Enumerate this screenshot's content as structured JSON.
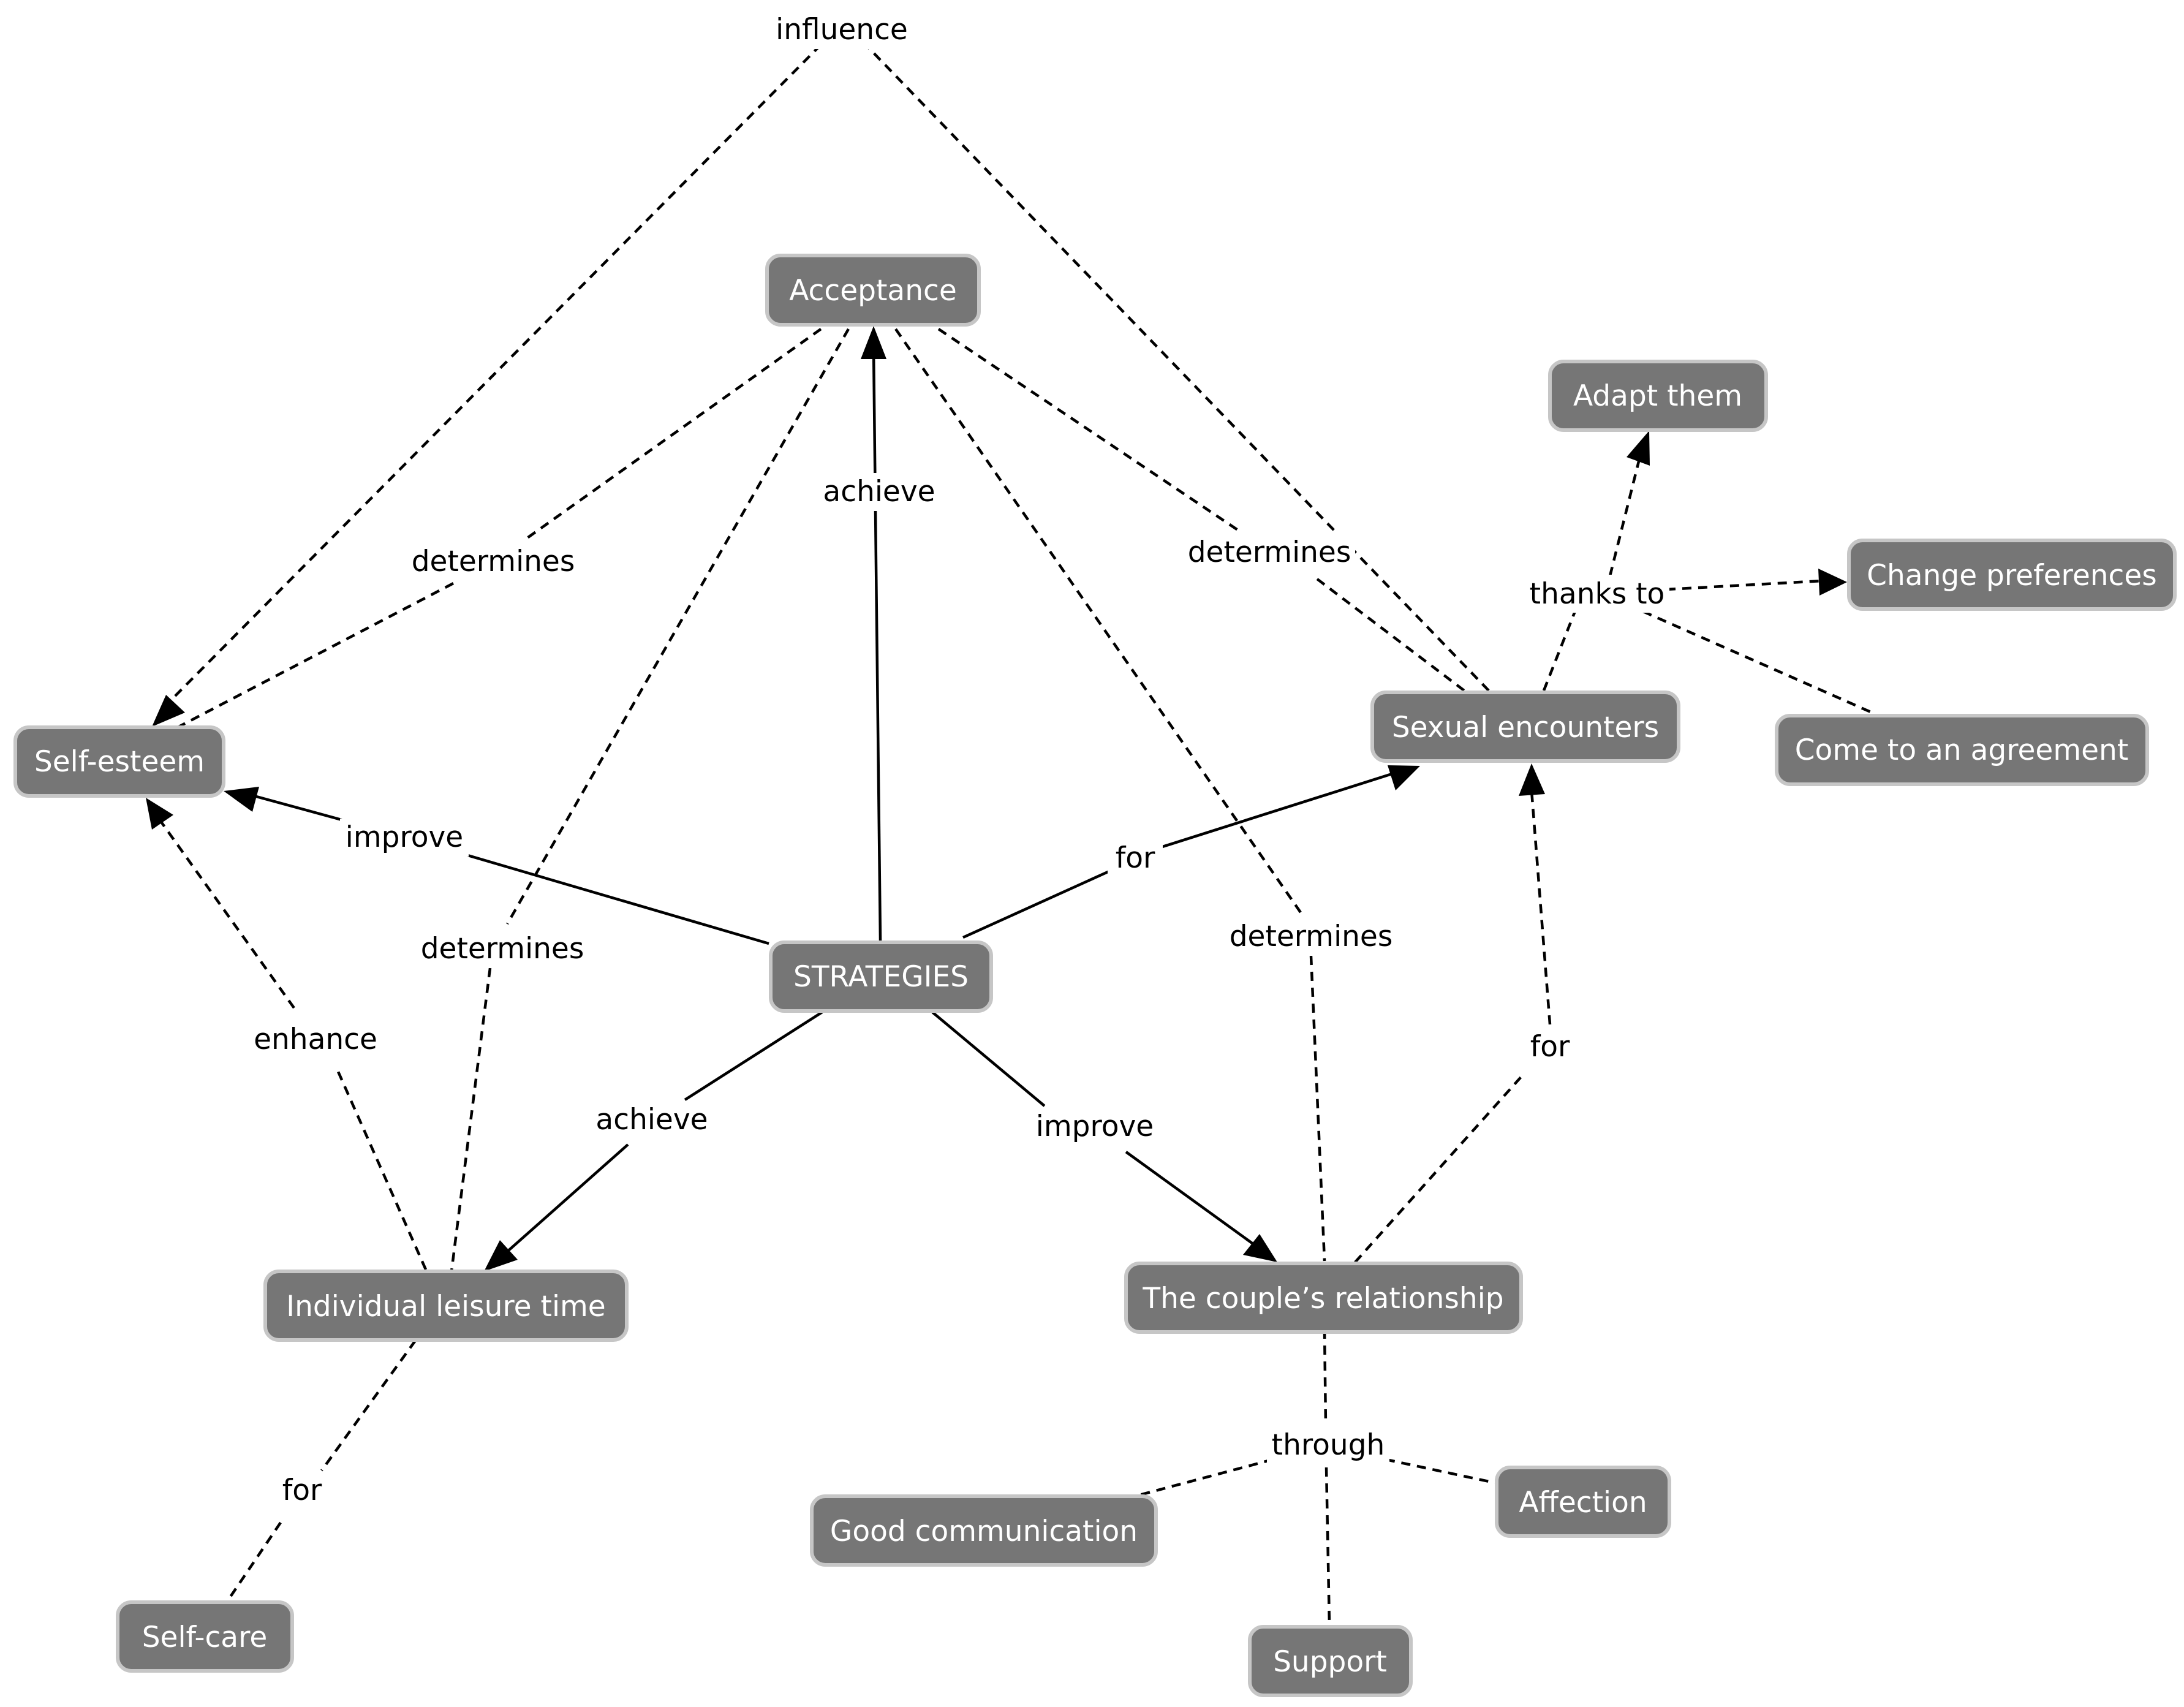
{
  "nodes": {
    "acceptance": "Acceptance",
    "adapt_them": "Adapt them",
    "change_preferences": "Change preferences",
    "self_esteem": "Self-esteem",
    "sexual_encounters": "Sexual encounters",
    "come_to_agreement": "Come to an agreement",
    "strategies": "STRATEGIES",
    "individual_leisure_time": "Individual leisure time",
    "couples_relationship": "The couple’s relationship",
    "good_communication": "Good communication",
    "affection": "Affection",
    "self_care": "Self-care",
    "support": "Support"
  },
  "linking_phrases": {
    "influence": "influence",
    "achieve_acceptance": "achieve",
    "determines_self_esteem": "determines",
    "determines_sexual": "determines",
    "thanks_to": "thanks to",
    "improve_self_esteem": "improve",
    "for_sexual": "for",
    "determines_couple": "determines",
    "determines_leisure": "determines",
    "enhance": "enhance",
    "for_couple_to_sexual": "for",
    "achieve_leisure": "achieve",
    "improve_couple": "improve",
    "through": "through",
    "for_self_care": "for"
  },
  "colors": {
    "node_fill": "#767676",
    "node_border": "#c6c6c6",
    "node_text": "#ffffff",
    "line": "#000000",
    "background": "#ffffff"
  }
}
